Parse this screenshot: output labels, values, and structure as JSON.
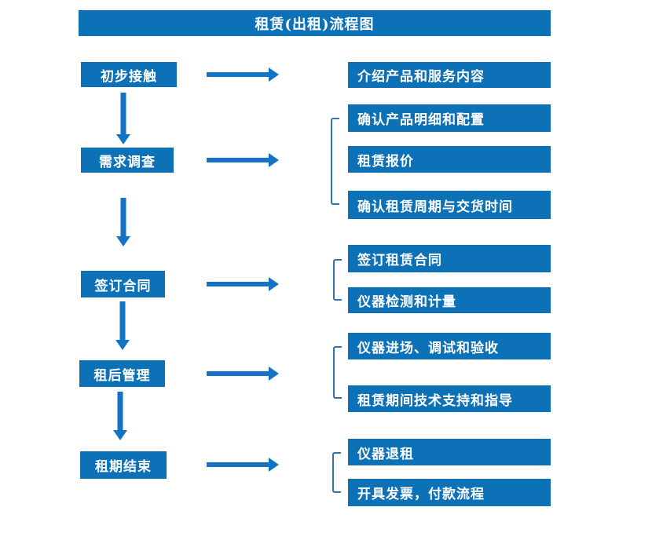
{
  "title": "租赁(出租)流程图",
  "colors": {
    "box_fill": "#0d71b8",
    "arrow": "#1373c4",
    "bracket": "#2e74b6",
    "text_on_fill": "#ffffff",
    "background": "#ffffff"
  },
  "steps": [
    {
      "label": "初步接触",
      "targets": [
        "介绍产品和服务内容"
      ]
    },
    {
      "label": "需求调查",
      "targets": [
        "确认产品明细和配置",
        "租赁报价",
        "确认租赁周期与交货时间"
      ]
    },
    {
      "label": "签订合同",
      "targets": [
        "签订租赁合同",
        "仪器检测和计量"
      ]
    },
    {
      "label": "租后管理",
      "targets": [
        "仪器进场、调试和验收",
        "租赁期间技术支持和指导"
      ]
    },
    {
      "label": "租期结束",
      "targets": [
        "仪器退租",
        "开具发票，付款流程"
      ]
    }
  ]
}
